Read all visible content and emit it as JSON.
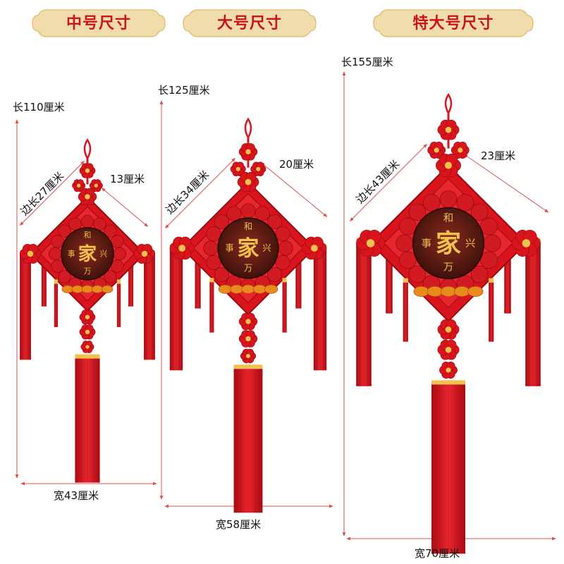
{
  "tabs": [
    {
      "label": "中号尺寸"
    },
    {
      "label": "大号尺寸"
    },
    {
      "label": "特大号尺寸"
    }
  ],
  "products": [
    {
      "length_label": "长110厘米",
      "side_label": "边长27厘米",
      "inner_label": "13厘米",
      "width_label": "宽43厘米",
      "center_char": "家",
      "small_chars": [
        "和",
        "事",
        "兴",
        "万"
      ]
    },
    {
      "length_label": "长125厘米",
      "side_label": "边长34厘米",
      "inner_label": "20厘米",
      "width_label": "宽58厘米",
      "center_char": "家",
      "small_chars": [
        "和",
        "事",
        "兴",
        "万"
      ]
    },
    {
      "length_label": "长155厘米",
      "side_label": "边长43厘米",
      "inner_label": "23厘米",
      "width_label": "宽70厘米",
      "center_char": "家",
      "small_chars": [
        "和",
        "事",
        "兴",
        "万"
      ]
    }
  ],
  "colors": {
    "knot_red": "#d8141c",
    "dark_red": "#9a0a10",
    "gold": "#f2c14e",
    "tab_bg": "#f3dfb0",
    "tab_text": "#c8141d",
    "medallion": "#5a1c14"
  }
}
